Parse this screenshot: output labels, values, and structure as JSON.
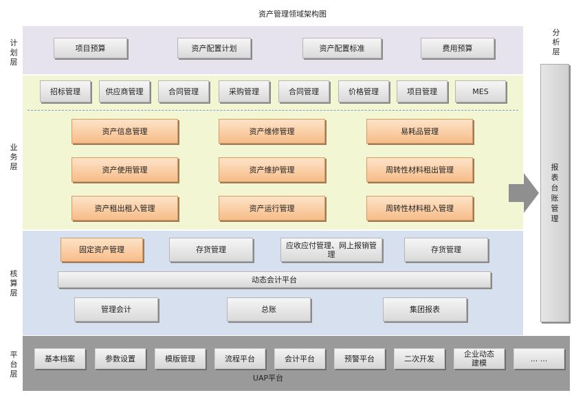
{
  "title": "资产管理领域架构图",
  "layers": {
    "plan": "计划层",
    "business": "业务层",
    "accounting": "核算层",
    "platform": "平台层",
    "analysis": "分析层"
  },
  "plan_boxes": [
    "项目预算",
    "资产配置计划",
    "资产配置标准",
    "费用预算"
  ],
  "biz_top_boxes": [
    "招标管理",
    "供应商管理",
    "合同管理",
    "采购管理",
    "合同管理",
    "价格管理",
    "项目管理",
    "MES"
  ],
  "biz_main_boxes": [
    "资产信息管理",
    "资产维修管理",
    "易耗品管理",
    "资产使用管理",
    "资产维护管理",
    "周转性材料租出管理",
    "资产租出租入管理",
    "资产运行管理",
    "周转性材料租入管理"
  ],
  "acct_boxes": [
    "固定资产管理",
    "存货管理",
    "应收应付管理、网上报销管理",
    "存货管理"
  ],
  "acct_platform": "动态会计平台",
  "acct_bottom_boxes": [
    "管理会计",
    "总账",
    "集团报表"
  ],
  "analysis_box": "报表台账管理",
  "platform_boxes": [
    "基本档案",
    "参数设置",
    "模版管理",
    "流程平台",
    "会计平台",
    "预警平台",
    "二次开发",
    "企业动态建模",
    "... ..."
  ],
  "uap_label": "UAP平台",
  "colors": {
    "plan_band": "#e6e2ee",
    "business_band": "#f3f6d2",
    "accounting_band": "#d6e0ee",
    "platform_band": "#9a9a9a",
    "orange_box": "#f7bd8a",
    "gray_box": "#d9d9d9"
  }
}
